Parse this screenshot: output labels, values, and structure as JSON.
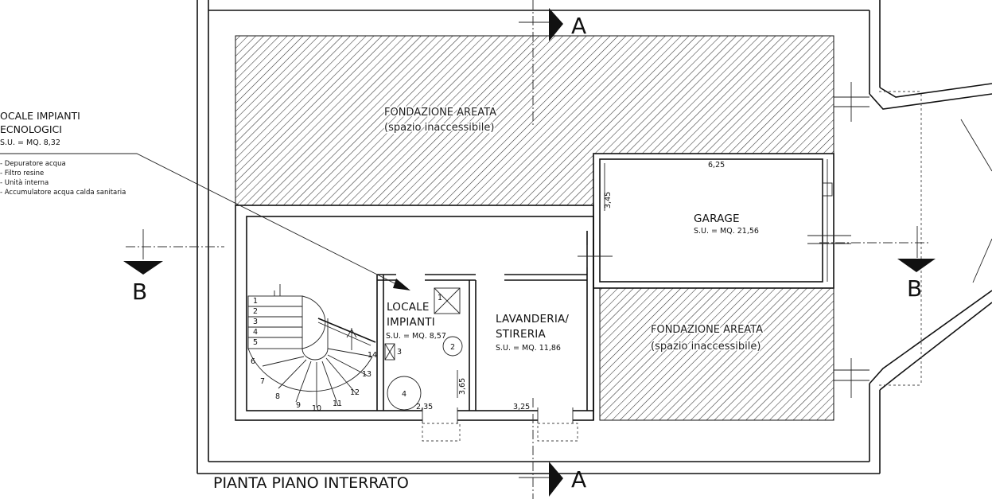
{
  "drawing": {
    "title": "PIANTA PIANO INTERRATO",
    "section_a": "A",
    "section_b": "B"
  },
  "hatched": {
    "top_label": "FONDAZIONE AREATA",
    "top_sub": "(spazio inaccessibile)",
    "right_label": "FONDAZIONE AREATA",
    "right_sub": "(spazio inaccessibile)"
  },
  "garage": {
    "label": "GARAGE",
    "su": "S.U. = MQ. 21,56",
    "dim_w": "6,25",
    "dim_h": "3,45"
  },
  "locale": {
    "label_1": "LOCALE",
    "label_2": "IMPIANTI",
    "su": "S.U. = MQ. 8,57",
    "dim_w": "2,35",
    "dim_h": "3,65"
  },
  "lavanderia": {
    "label_1": "LAVANDERIA/",
    "label_2": "STIRERIA",
    "su": "S.U. = MQ. 11,86",
    "dim_w": "3,25"
  },
  "legend": {
    "title_1": "OCALE IMPIANTI",
    "title_2": "ECNOLOGICI",
    "su": "S.U. = MQ. 8,32",
    "items": [
      "- Depuratore acqua",
      "- Filtro resine",
      "- Unità interna",
      "- Accumulatore acqua calda sanitaria"
    ]
  },
  "equipment": [
    "1",
    "2",
    "3",
    "4"
  ],
  "stairs": [
    "1",
    "2",
    "3",
    "4",
    "5",
    "6",
    "7",
    "8",
    "9",
    "10",
    "11",
    "12",
    "13",
    "14"
  ]
}
